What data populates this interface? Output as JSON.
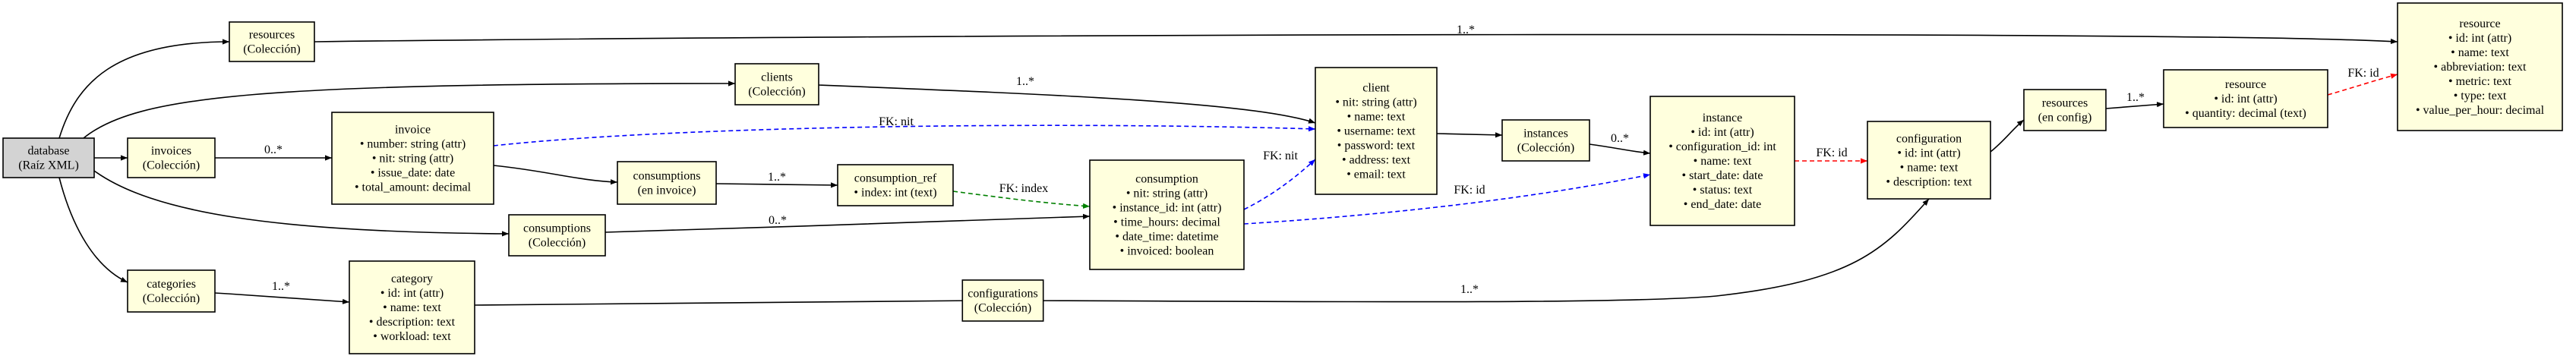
{
  "colors": {
    "node_fill": "#ffffdd",
    "root_fill": "#d3d3d3",
    "border": "#000000",
    "edge_solid": "#000000",
    "fk_blue": "#0000ff",
    "fk_green": "#008000",
    "fk_red": "#ff0000"
  },
  "nodes": {
    "database": [
      "database",
      "(Raíz XML)"
    ],
    "resources_col": [
      "resources",
      "(Colección)"
    ],
    "clients_col": [
      "clients",
      "(Colección)"
    ],
    "invoices_col": [
      "invoices",
      "(Colección)"
    ],
    "invoice": [
      "invoice",
      "• number: string (attr)",
      "• nit: string (attr)",
      "• issue_date: date",
      "• total_amount: decimal"
    ],
    "consumptions_inv": [
      "consumptions",
      "(en invoice)"
    ],
    "consumption_ref": [
      "consumption_ref",
      "• index: int (text)"
    ],
    "consumptions_col": [
      "consumptions",
      "(Colección)"
    ],
    "consumption": [
      "consumption",
      "• nit: string (attr)",
      "• instance_id: int (attr)",
      "• time_hours: decimal",
      "• date_time: datetime",
      "• invoiced: boolean"
    ],
    "client": [
      "client",
      "• nit: string (attr)",
      "• name: text",
      "• username: text",
      "• password: text",
      "• address: text",
      "• email: text"
    ],
    "instances_col": [
      "instances",
      "(Colección)"
    ],
    "instance": [
      "instance",
      "• id: int (attr)",
      "• configuration_id: int",
      "• name: text",
      "• start_date: date",
      "• status: text",
      "• end_date: date"
    ],
    "configuration": [
      "configuration",
      "• id: int (attr)",
      "• name: text",
      "• description: text"
    ],
    "resources_cfg": [
      "resources",
      "(en config)"
    ],
    "resource_cfg": [
      "resource",
      "• id: int (attr)",
      "• quantity: decimal (text)"
    ],
    "resource_top": [
      "resource",
      "• id: int (attr)",
      "• name: text",
      "• abbreviation: text",
      "• metric: text",
      "• type: text",
      "• value_per_hour: decimal"
    ],
    "categories_col": [
      "categories",
      "(Colección)"
    ],
    "category": [
      "category",
      "• id: int (attr)",
      "• name: text",
      "• description: text",
      "• workload: text"
    ],
    "configurations_col": [
      "configurations",
      "(Colección)"
    ]
  },
  "edge_labels": {
    "resources_col_resource_top": "1..*",
    "clients_col_client": "1..*",
    "invoices_col_invoice": "0..*",
    "invoice_client_fk": "FK: nit",
    "consumptions_inv_consumption_ref": "1..*",
    "consumption_ref_consumption_fk": "FK: index",
    "consumption_client_fk": "FK: nit",
    "consumption_instance_fk": "FK: id",
    "consumptions_col_consumption": "0..*",
    "instances_col_instance": "0..*",
    "instance_configuration_fk": "FK: id",
    "resources_cfg_resource_cfg": "1..*",
    "resource_cfg_resource_top_fk": "FK: id",
    "categories_col_category": "1..*",
    "configurations_col_configuration": "1..*"
  }
}
